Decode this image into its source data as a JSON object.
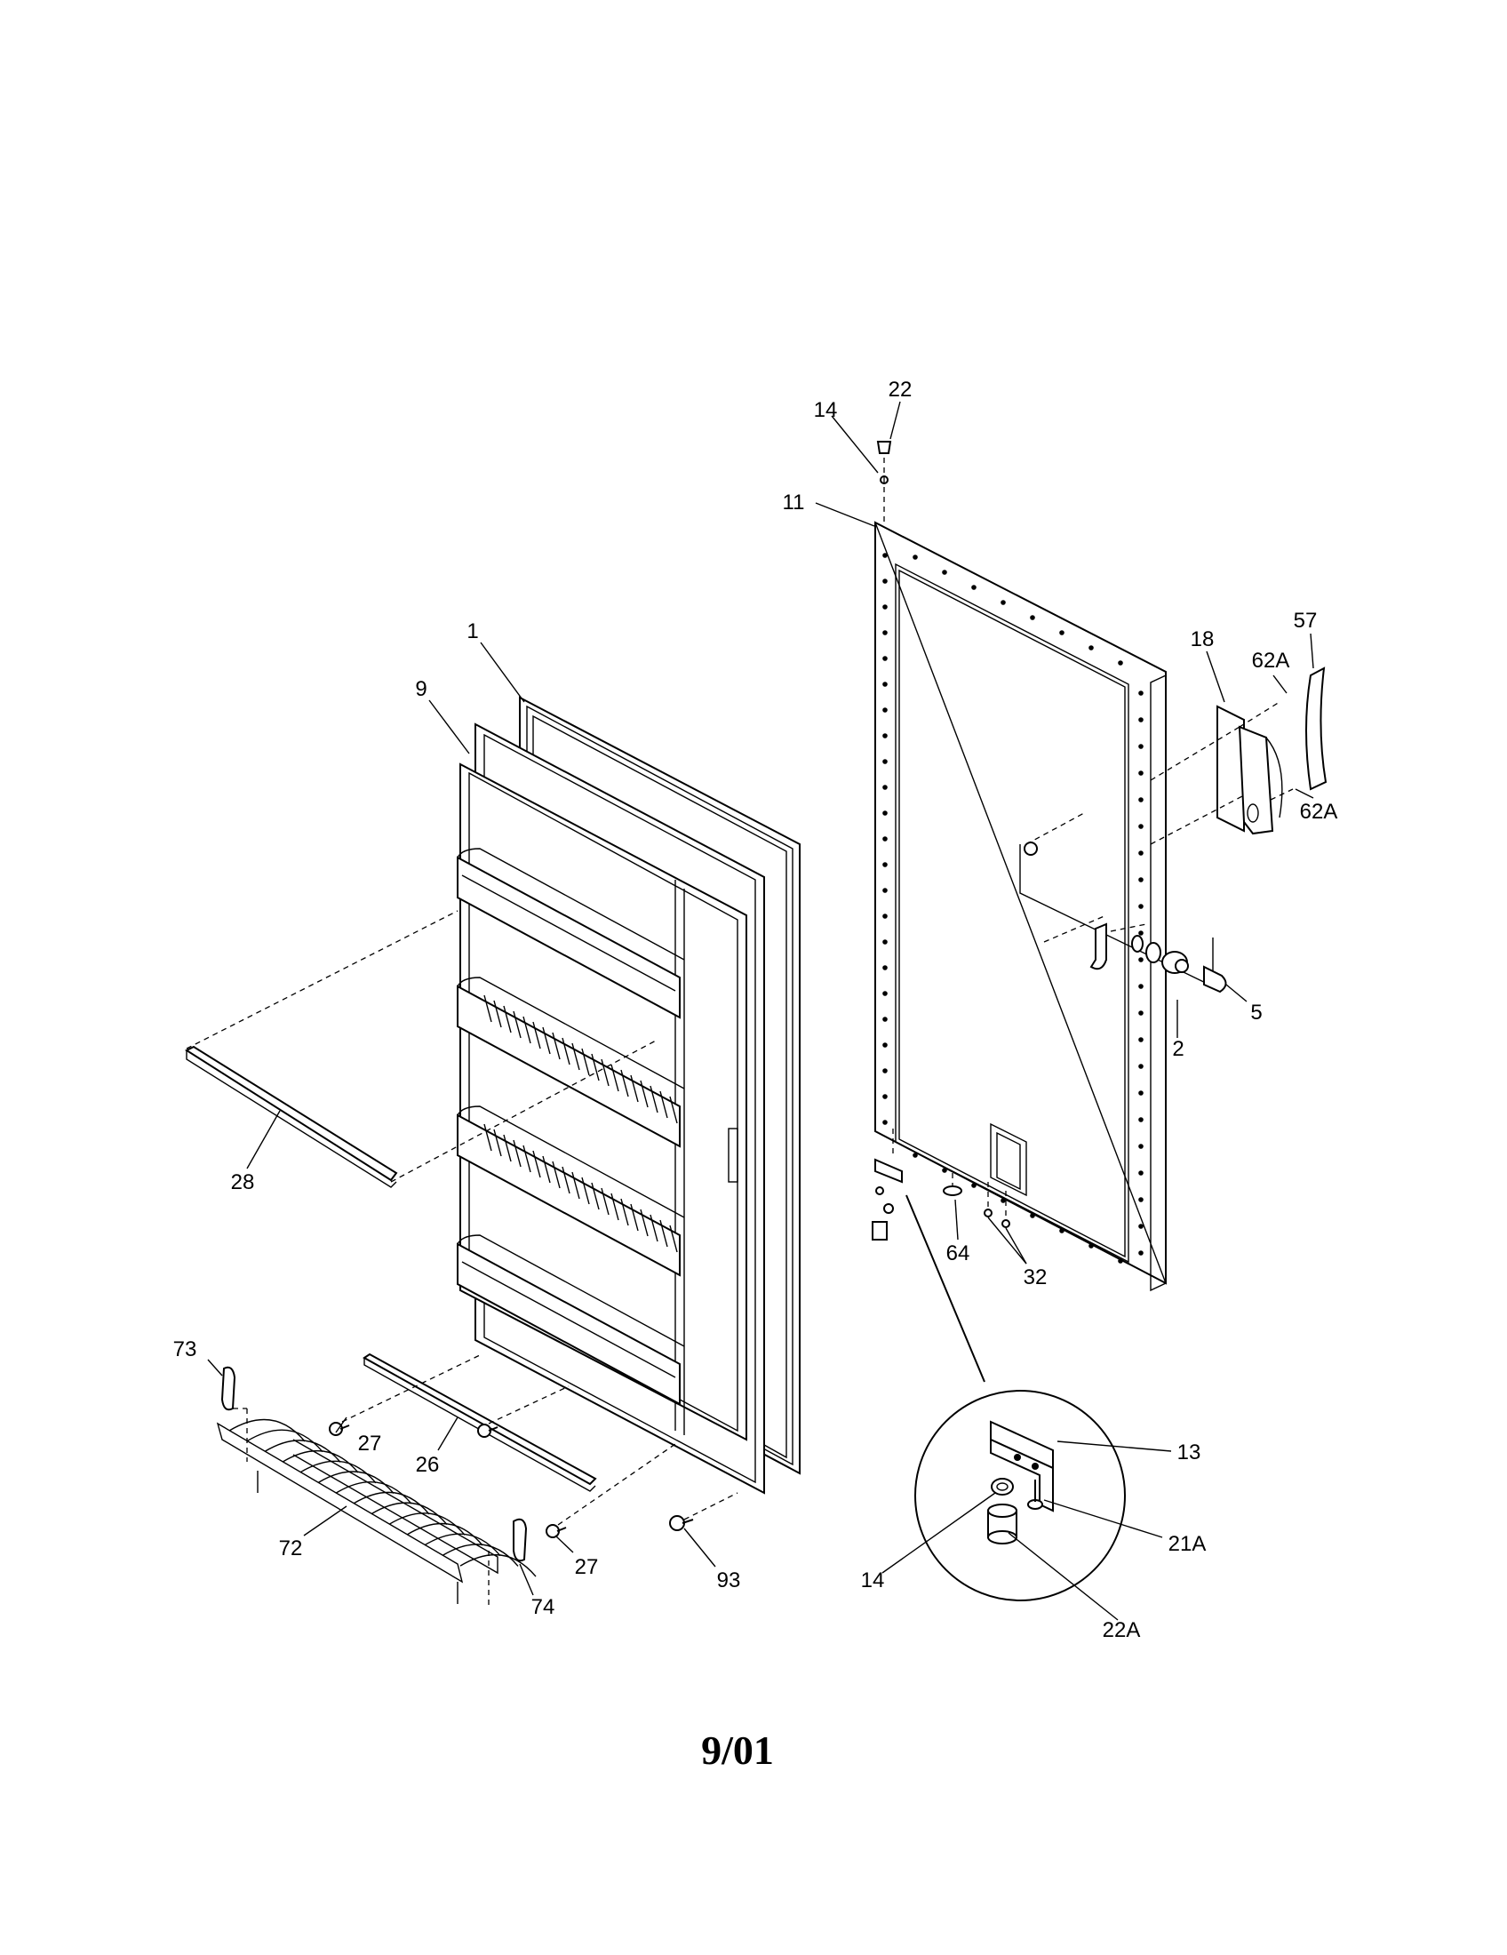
{
  "diagram": {
    "date_code": "9/01",
    "labels": {
      "p1": "1",
      "p2": "2",
      "p5": "5",
      "p9": "9",
      "p11": "11",
      "p13": "13",
      "p14_top": "14",
      "p14_detail": "14",
      "p18": "18",
      "p21a": "21A",
      "p22": "22",
      "p22a": "22A",
      "p26": "26",
      "p27_left": "27",
      "p27_bottom": "27",
      "p28": "28",
      "p32": "32",
      "p57": "57",
      "p62a_top": "62A",
      "p62a_bottom": "62A",
      "p64": "64",
      "p72": "72",
      "p73": "73",
      "p74": "74",
      "p93": "93"
    }
  }
}
